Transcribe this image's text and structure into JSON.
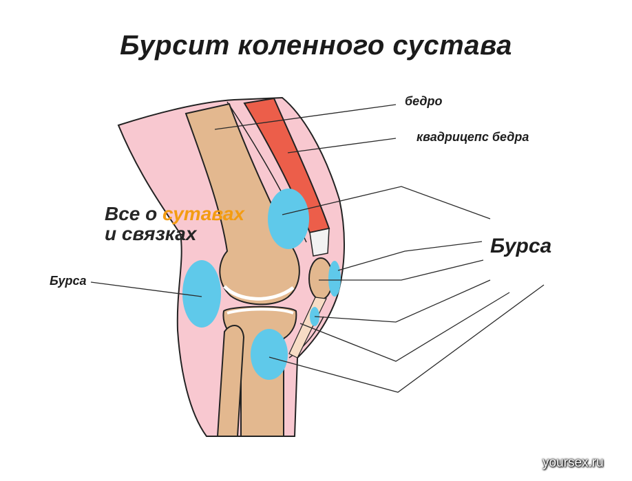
{
  "title": "Бурсит коленного сустава",
  "labels": {
    "femur": "бедро",
    "quadriceps": "квадрицепс бедра",
    "bursa_main": "Бурса",
    "bursa_left": "Бурса"
  },
  "overlay": {
    "line1_prefix": "Все о ",
    "line1_accent": "сутавах",
    "line2": "и связках"
  },
  "watermark": "yoursex.ru",
  "colors": {
    "skin": "#f8c8d0",
    "bone": "#e3b88f",
    "muscle": "#ec5e4a",
    "bursa": "#5fc9ea",
    "accent": "#f39c12",
    "outline": "#222222"
  }
}
